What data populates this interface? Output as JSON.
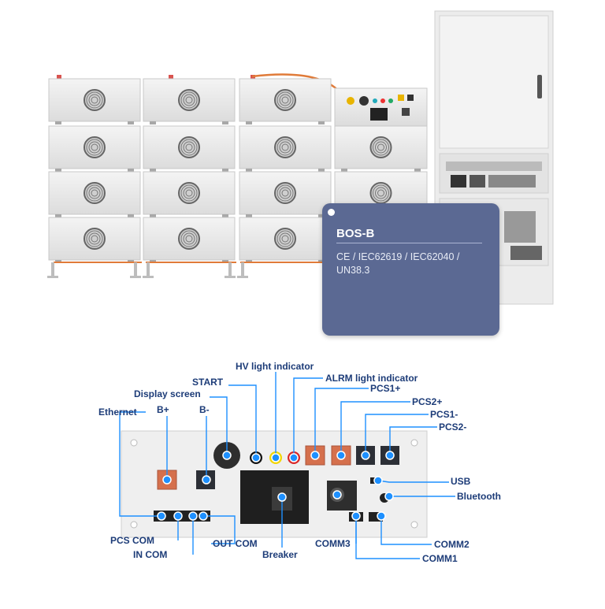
{
  "product": {
    "model": "BOS-B",
    "certifications": "CE / IEC62619 / IEC62040 / UN38.3"
  },
  "labels": {
    "hv_light": "HV light indicator",
    "alrm_light": "ALRM light indicator",
    "start": "START",
    "display_screen": "Display screen",
    "ethernet": "Ethernet",
    "b_plus": "B+",
    "b_minus": "B-",
    "pcs1_plus": "PCS1+",
    "pcs2_plus": "PCS2+",
    "pcs1_minus": "PCS1-",
    "pcs2_minus": "PCS2-",
    "usb": "USB",
    "bluetooth": "Bluetooth",
    "pcs_com": "PCS COM",
    "in_com": "IN COM",
    "out_com": "OUT COM",
    "breaker": "Breaker",
    "comm3": "COMM3",
    "comm2": "COMM2",
    "comm1": "COMM1"
  },
  "colors": {
    "label": "#1d3c78",
    "leader": "#1e90ff",
    "card": "#5b6993"
  }
}
